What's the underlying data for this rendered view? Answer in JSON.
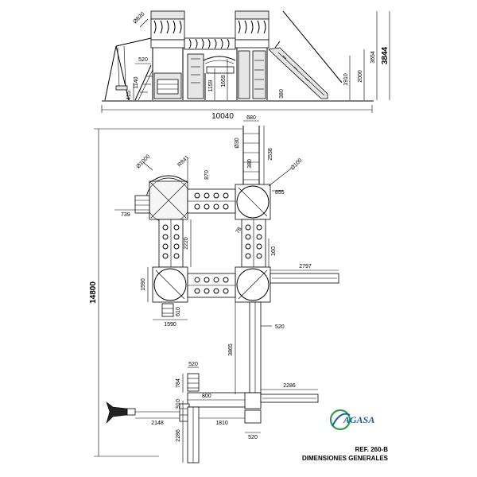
{
  "elevation": {
    "dims": {
      "diameter_roof": "Ø830",
      "width_total": "10040",
      "height_total": "3844",
      "height_roof": "3654",
      "height_slide_top": "2000",
      "height_platform": "1910",
      "h_1659": "1659",
      "h_1159": "1159",
      "h_1140": "1140",
      "h_415": "415",
      "w_520": "520",
      "w_380": "380"
    }
  },
  "plan": {
    "dims": {
      "length_total": "14800",
      "d_1000": "Ø1000",
      "r_841": "R841",
      "w_870": "870",
      "w_739": "739",
      "w_855": "855",
      "d_100": "Ø100",
      "w_680": "680",
      "ladder_2538": "2538",
      "ladder_380": "380",
      "ladder_d30": "Ø30",
      "w_2220": "2220",
      "w_78": "78",
      "w_160": "160",
      "slide_2797": "2797",
      "w_1590_v": "1590",
      "w_1590_h": "1590",
      "w_610": "610",
      "bridge_3865": "3865",
      "bridge_520": "520",
      "w_520_low": "520",
      "w_784": "784",
      "w_910": "910",
      "w_800": "800",
      "slide_2286_h": "2286",
      "w_2148": "2148",
      "w_1810": "1810",
      "slide_2286_v": "2286",
      "w_520_bottom": "520"
    }
  },
  "logo": {
    "text": "AGASA"
  },
  "caption": {
    "ref": "REF. 260-B",
    "title": "DIMENSIONES GENERALES"
  }
}
